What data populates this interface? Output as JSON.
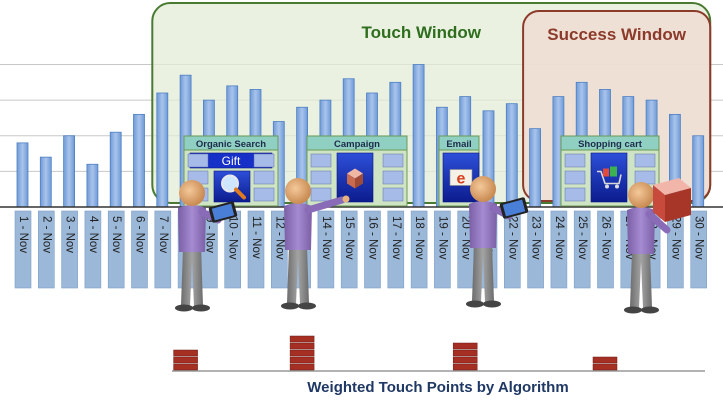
{
  "chart_data": {
    "type": "bar",
    "categories": [
      "1 - Nov",
      "2 - Nov",
      "3 - Nov",
      "4 - Nov",
      "5 - Nov",
      "6 - Nov",
      "7 - Nov",
      "8 - Nov",
      "9 - Nov",
      "10 - Nov",
      "11 - Nov",
      "12 - Nov",
      "13 - Nov",
      "14 - Nov",
      "15 - Nov",
      "16 - Nov",
      "17 - Nov",
      "18 - Nov",
      "19 - Nov",
      "20 - Nov",
      "21 - Nov",
      "22 - Nov",
      "23 - Nov",
      "24 - Nov",
      "25 - Nov",
      "26 - Nov",
      "27 - Nov",
      "28 - Nov",
      "29 - Nov",
      "30 - Nov"
    ],
    "values": [
      9,
      7,
      10,
      6,
      10.5,
      13,
      16,
      18.5,
      15,
      17,
      16.5,
      12,
      14,
      15,
      18,
      16,
      17.5,
      20,
      14,
      15.5,
      13.5,
      14.5,
      11,
      15.5,
      17.5,
      16.5,
      15.5,
      15,
      13,
      10
    ],
    "ylim": [
      0,
      24
    ],
    "grid": true,
    "colors": {
      "bar": "#8fb2e4",
      "bar_stroke": "#4e80c4",
      "label_box": "#9bb8d9"
    }
  },
  "windows": {
    "touch": {
      "label": "Touch Window",
      "start": "7 - Nov",
      "end": "30 - Nov",
      "fill": "#e3ecd5",
      "stroke": "#4a7a32",
      "text_color": "#2f6e1f"
    },
    "success": {
      "label": "Success Window",
      "start": "23 - Nov",
      "end": "30 - Nov",
      "fill": "#f0ddd4",
      "stroke": "#8c3a2a",
      "text_color": "#8c3a2a"
    }
  },
  "touch_points": [
    {
      "title": "Organic Search",
      "subtitle": "Gift",
      "day": "9 - Nov",
      "icon": "magnifier-icon"
    },
    {
      "title": "Campaign",
      "day": "15 - Nov",
      "icon": "cube-icon"
    },
    {
      "title": "Email",
      "day": "19 - Nov",
      "icon": "email-icon"
    },
    {
      "title": "Shopping cart",
      "day": "26 - Nov",
      "icon": "cart-icon"
    }
  ],
  "weights": {
    "title": "Weighted Touch Points by Algorithm",
    "bars": [
      {
        "day": "8 - Nov",
        "bricks": 3
      },
      {
        "day": "13 - Nov",
        "bricks": 5
      },
      {
        "day": "20 - Nov",
        "bricks": 4
      },
      {
        "day": "26 - Nov",
        "bricks": 2
      }
    ],
    "brick_color": "#a62f24"
  }
}
